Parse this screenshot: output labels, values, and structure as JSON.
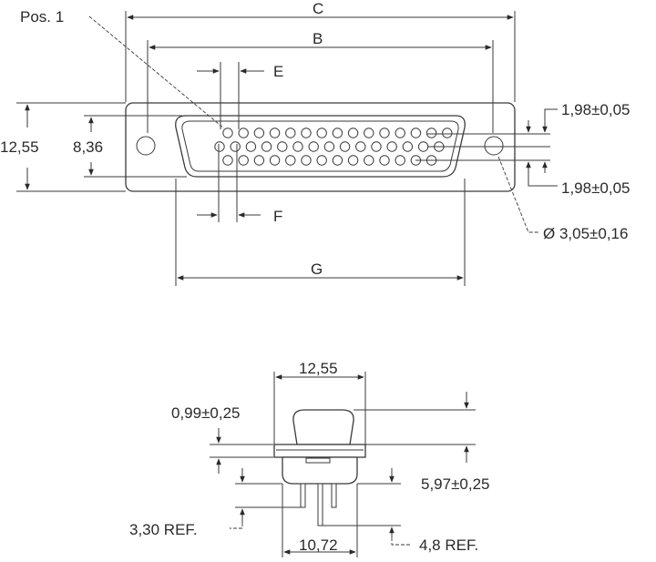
{
  "front_view": {
    "pos_label": "Pos. 1",
    "dim_c": "C",
    "dim_b": "B",
    "dim_e": "E",
    "dim_f": "F",
    "dim_g": "G",
    "dim_height": "12,55",
    "dim_shell_height": "8,36",
    "dim_pitch_top": "1,98±0,05",
    "dim_pitch_bottom": "1,98±0,05",
    "dim_hole": "Ø 3,05±0,16",
    "pin_rows": [
      15,
      15,
      14
    ]
  },
  "side_view": {
    "dim_width_top": "12,55",
    "dim_flange": "0,99±0,25",
    "dim_body": "5,97±0,25",
    "dim_tail": "3,30 REF.",
    "dim_pin": "4,8 REF.",
    "dim_width_bottom": "10,72"
  }
}
